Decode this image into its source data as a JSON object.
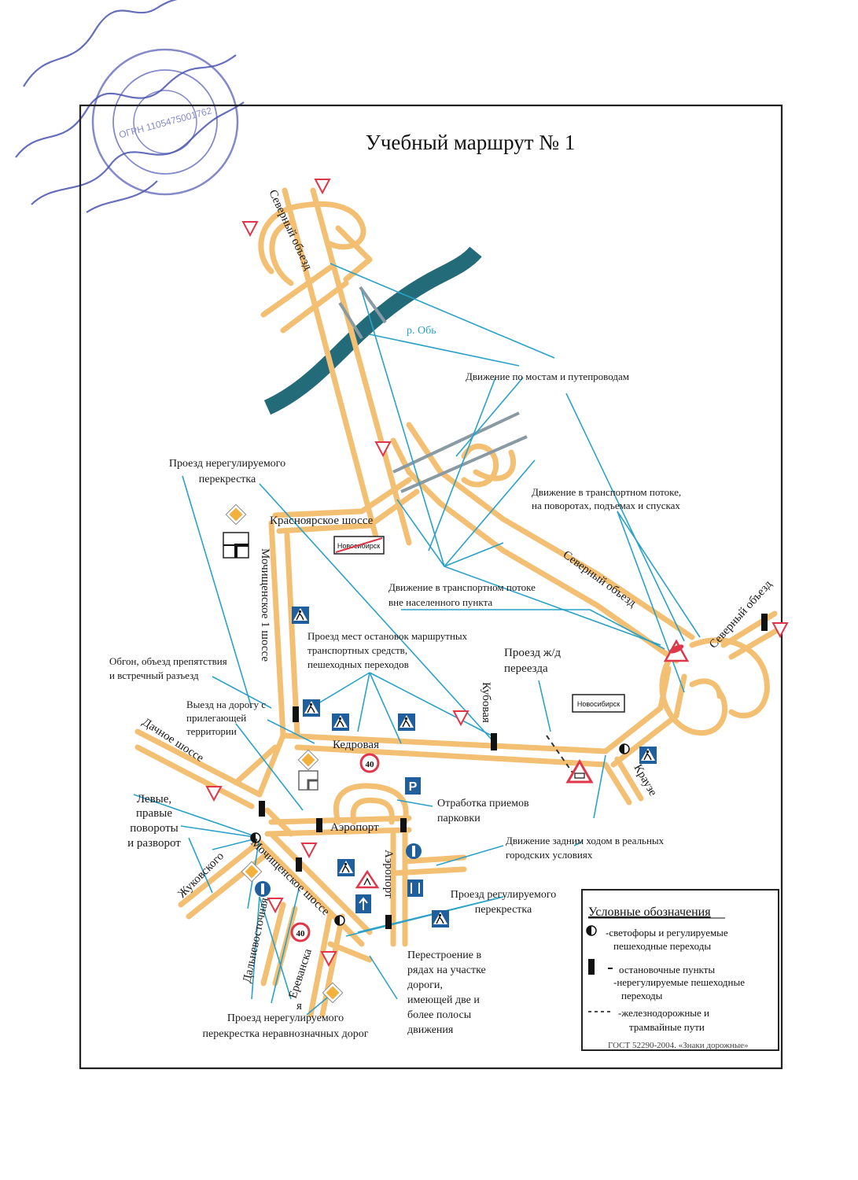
{
  "title": "Учебный маршрут № 1",
  "colors": {
    "road": "#f3bf73",
    "road_edge": "#e3a651",
    "route_line": "#2aa2c8",
    "river": "#246b7a",
    "bridge": "#8a9aa2",
    "sign_red": "#e0364a",
    "frame": "#222222"
  },
  "river": {
    "label": "р. Обь"
  },
  "streets": {
    "severny_obezd_1": "Северный объезд",
    "severny_obezd_2": "Северный объезд",
    "severny_obezd_3": "Северный объезд",
    "krasnoyarskoe": "Красноярское шоссе",
    "mochishchenskoe_1": "Мочищенское 1 шоссе",
    "kedrovaya": "Кедровая",
    "kubovaya": "Кубовая",
    "dachnoe": "Дачное шоссе",
    "aeroport_h": "Аэропорт",
    "aeroport_v": "Аэропорт",
    "zhukovskogo": "Жуковского",
    "mochishchenskoe": "Мочищенское шоссе",
    "dalnevostochnaya": "Дальневосточная",
    "erevanskaya": "Ереванска",
    "erevanskaya_end": "я",
    "krause": "Краузе"
  },
  "signs": {
    "novosibirsk_1": "Новосибирск",
    "novosibirsk_2": "Новосибирск",
    "speed_1": "40",
    "speed_2": "40",
    "parking": "P"
  },
  "annotations": {
    "bridges": "Движение по мостам и путепроводам",
    "unregulated_1a": "Проезд нерегулируемого",
    "unregulated_1b": "перекрестка",
    "traffic_turns_a": "Движение в транспортном потоке,",
    "traffic_turns_b": "на поворотах, подъемах и спусках",
    "outside_city_a": "Движение в транспортном потоке",
    "outside_city_b": "вне населенного пункта",
    "stops_a": "Проезд мест остановок маршрутных",
    "stops_b": "транспортных средств,",
    "stops_c": "пешеходных переходов",
    "overtake_a": "Обгон, объезд препятствия",
    "overtake_b": "и встречный разъезд",
    "rail_a": "Проезд ж/д",
    "rail_b": "переезда",
    "exit_a": "Выезд на дорогу с",
    "exit_b": "прилегающей",
    "exit_c": "территории",
    "turns_a": "Левые,",
    "turns_b": "правые",
    "turns_c": "повороты",
    "turns_d": "и разворот",
    "parking_a": "Отработка приемов",
    "parking_b": "парковки",
    "reverse_a": "Движение задним ходом в реальных",
    "reverse_b": "городских условиях",
    "regulated_a": "Проезд регулируемого",
    "regulated_b": "перекрестка",
    "lanes_a": "Перестроение в",
    "lanes_b": "рядах на участке",
    "lanes_c": "дороги,",
    "lanes_d": "имеющей две и",
    "lanes_e": "более полосы",
    "lanes_f": "движения",
    "unequal_a": "Проезд нерегулируемого",
    "unequal_b": "перекрестка неравнозначных дорог"
  },
  "legend": {
    "title": "Условные обозначения",
    "traffic_lights_a": "-светофоры и регулируемые",
    "traffic_lights_b": "пешеходные переходы",
    "stops": "остановочные пункты",
    "crossings_a": "-нерегулируемые пешеходные",
    "crossings_b": "переходы",
    "rail_a": "-железнодорожные и",
    "rail_b": "трамвайные пути",
    "gost": "ГОСТ 52290-2004. «Знаки дорожные»"
  }
}
